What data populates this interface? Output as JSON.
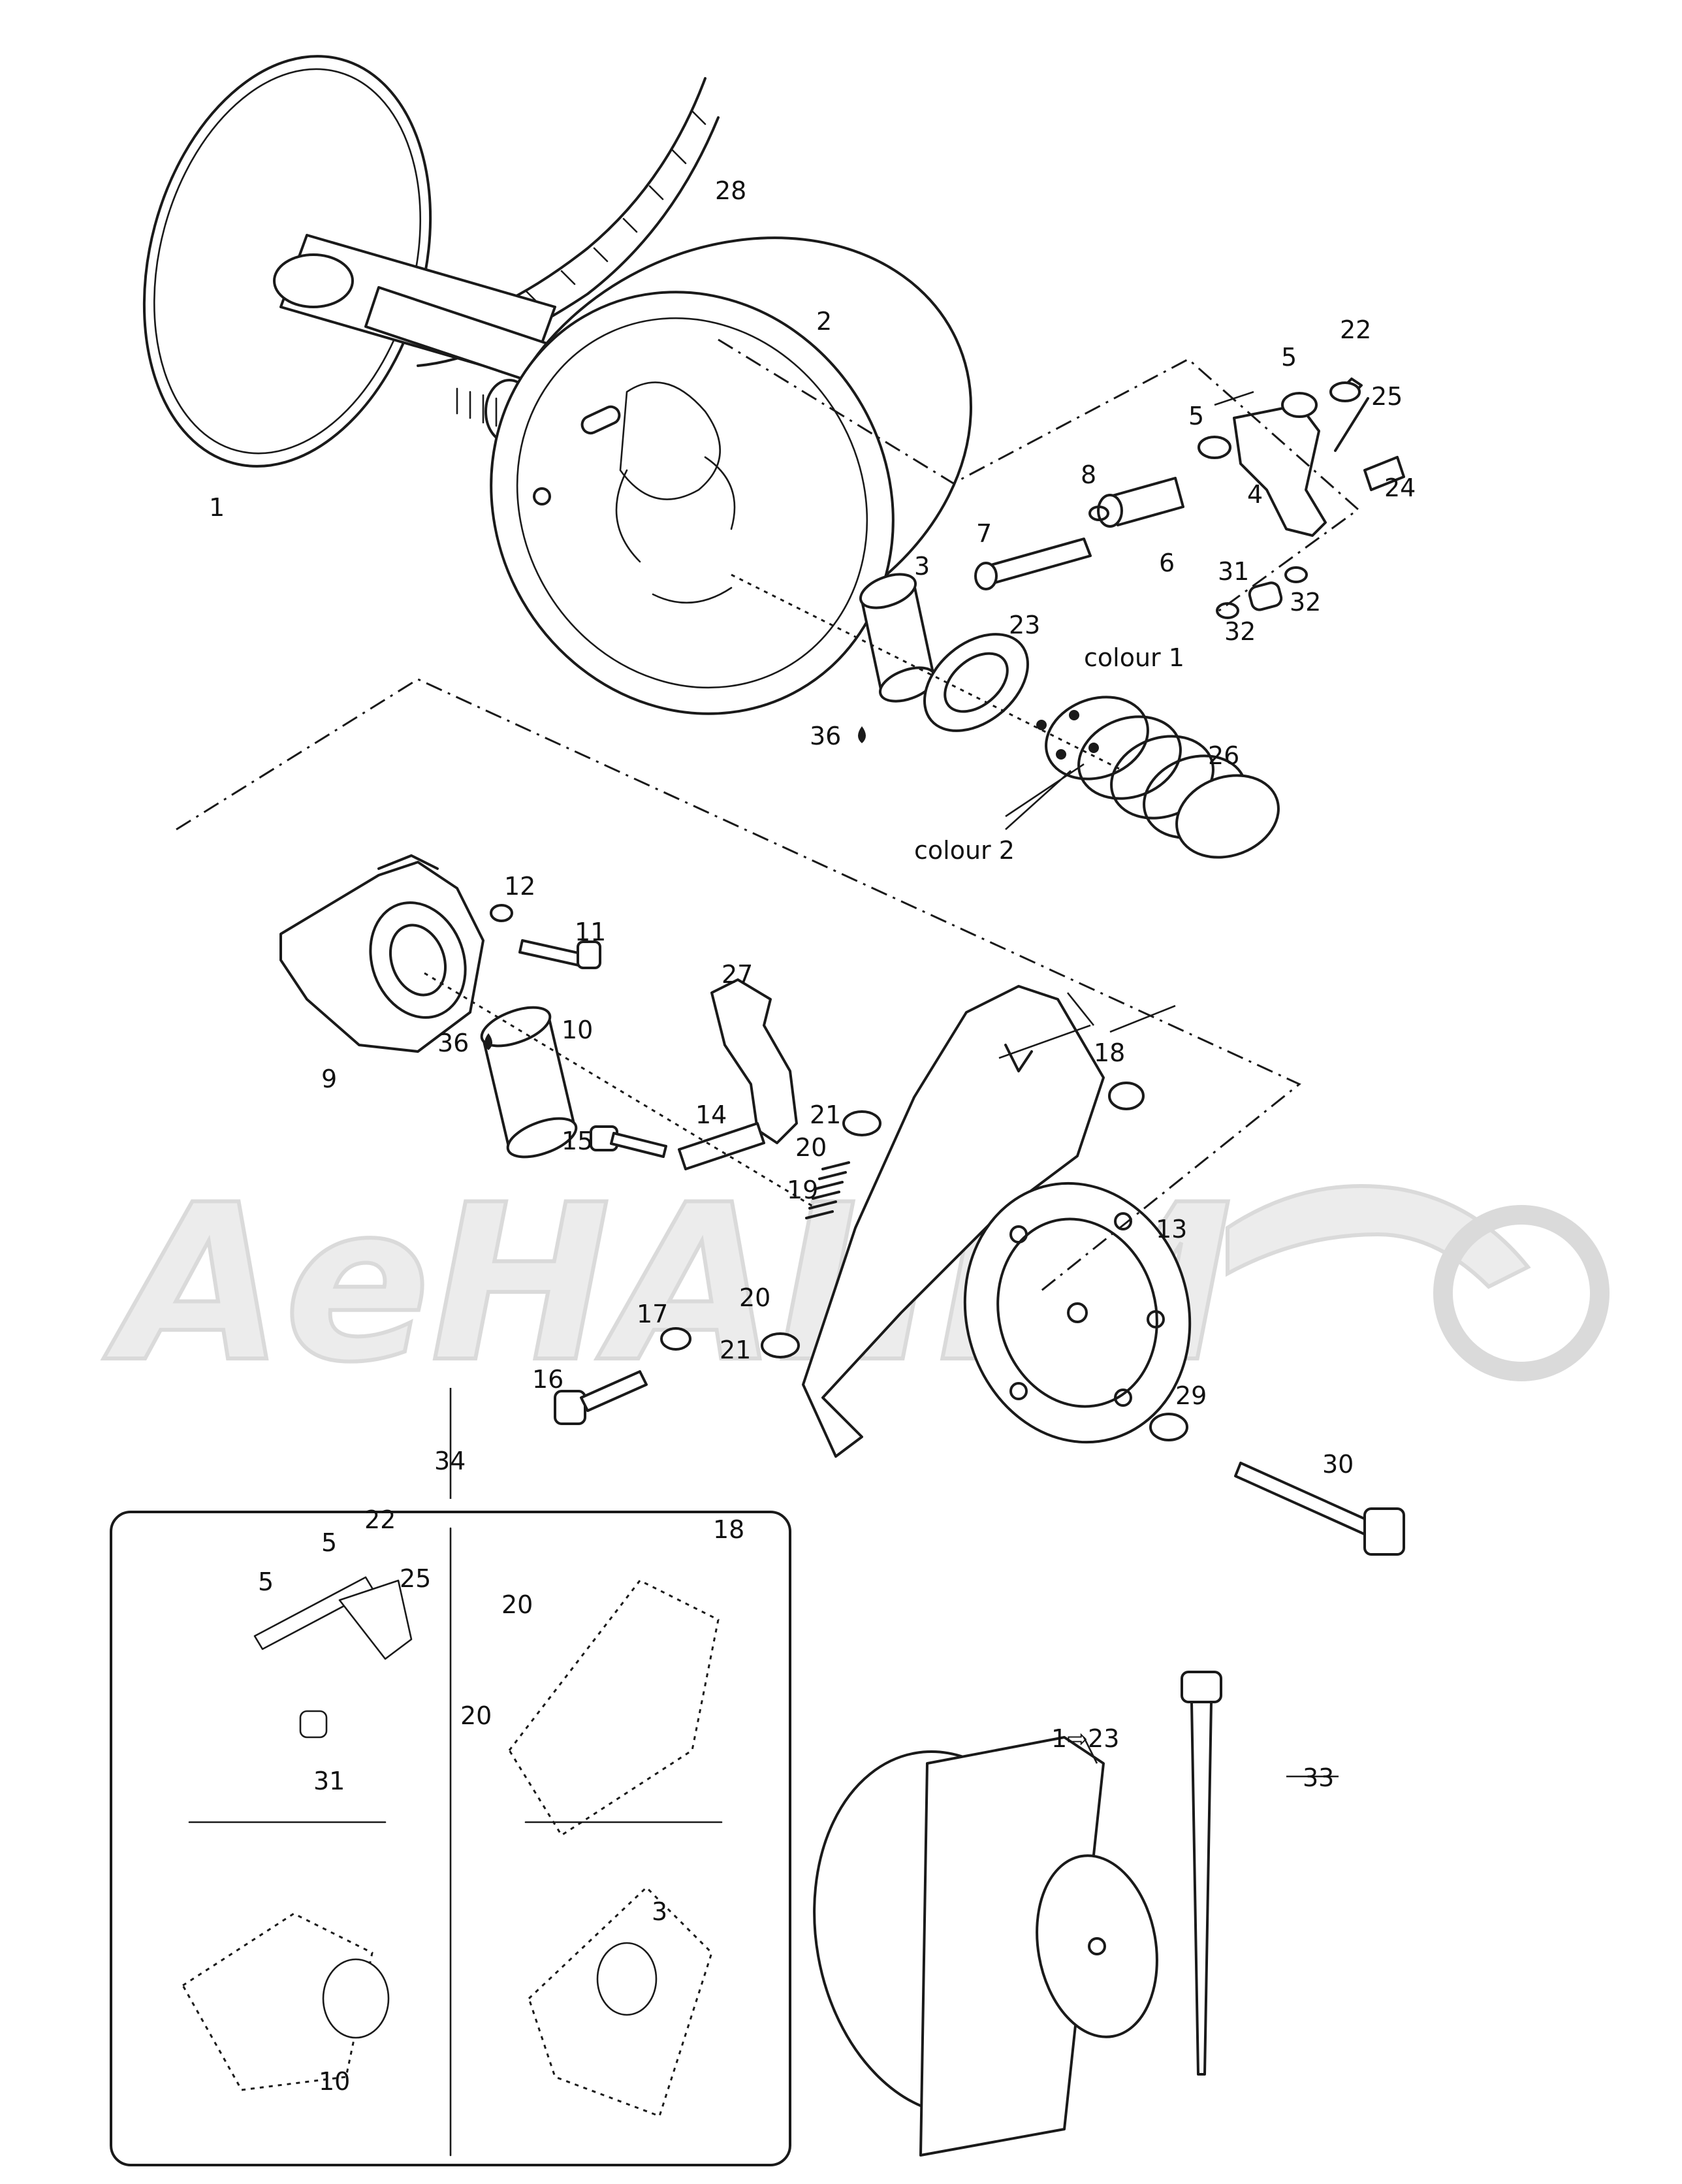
{
  "watermark": {
    "text": "AeHAIIIM",
    "color": "#e6e6e6"
  },
  "callouts": {
    "c1": "1",
    "c2": "2",
    "c3": "3",
    "c4": "4",
    "c5a": "5",
    "c5b": "5",
    "c6": "6",
    "c7": "7",
    "c8": "8",
    "c9": "9",
    "c10": "10",
    "c11": "11",
    "c12": "12",
    "c13": "13",
    "c14": "14",
    "c15": "15",
    "c16": "16",
    "c17": "17",
    "c18": "18",
    "c19": "19",
    "c20a": "20",
    "c20b": "20",
    "c21a": "21",
    "c21b": "21",
    "c22": "22",
    "c23": "23",
    "c24": "24",
    "c25": "25",
    "c26": "26",
    "c27": "27",
    "c28": "28",
    "c29": "29",
    "c30": "30",
    "c31": "31",
    "c32a": "32",
    "c32b": "32",
    "c33": "33",
    "c34": "34",
    "c36a": "36",
    "c36b": "36",
    "colour1": "colour 1",
    "colour2": "colour 2"
  },
  "inset": {
    "c5a": "5",
    "c5b": "5",
    "c22": "22",
    "c25": "25",
    "c31": "31",
    "c18": "18",
    "c20a": "20",
    "c20b": "20",
    "c3": "3",
    "c10": "10"
  },
  "assembly": {
    "label": "1⇨23"
  }
}
